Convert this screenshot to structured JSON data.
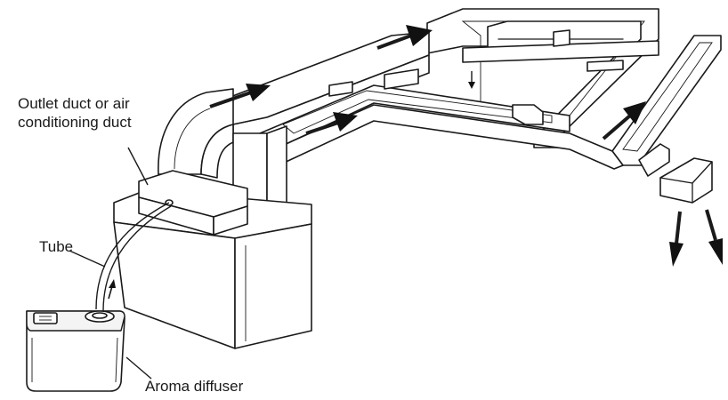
{
  "labels": {
    "outlet_line1": "Outlet duct or air",
    "outlet_line2": "conditioning duct",
    "tube": "Tube",
    "aroma_diffuser": "Aroma diffuser"
  },
  "colors": {
    "line": "#1a1a1a",
    "fill": "#ffffff",
    "arrow": "#111111"
  },
  "icons": {
    "flow_arrow": "arrow-icon"
  }
}
